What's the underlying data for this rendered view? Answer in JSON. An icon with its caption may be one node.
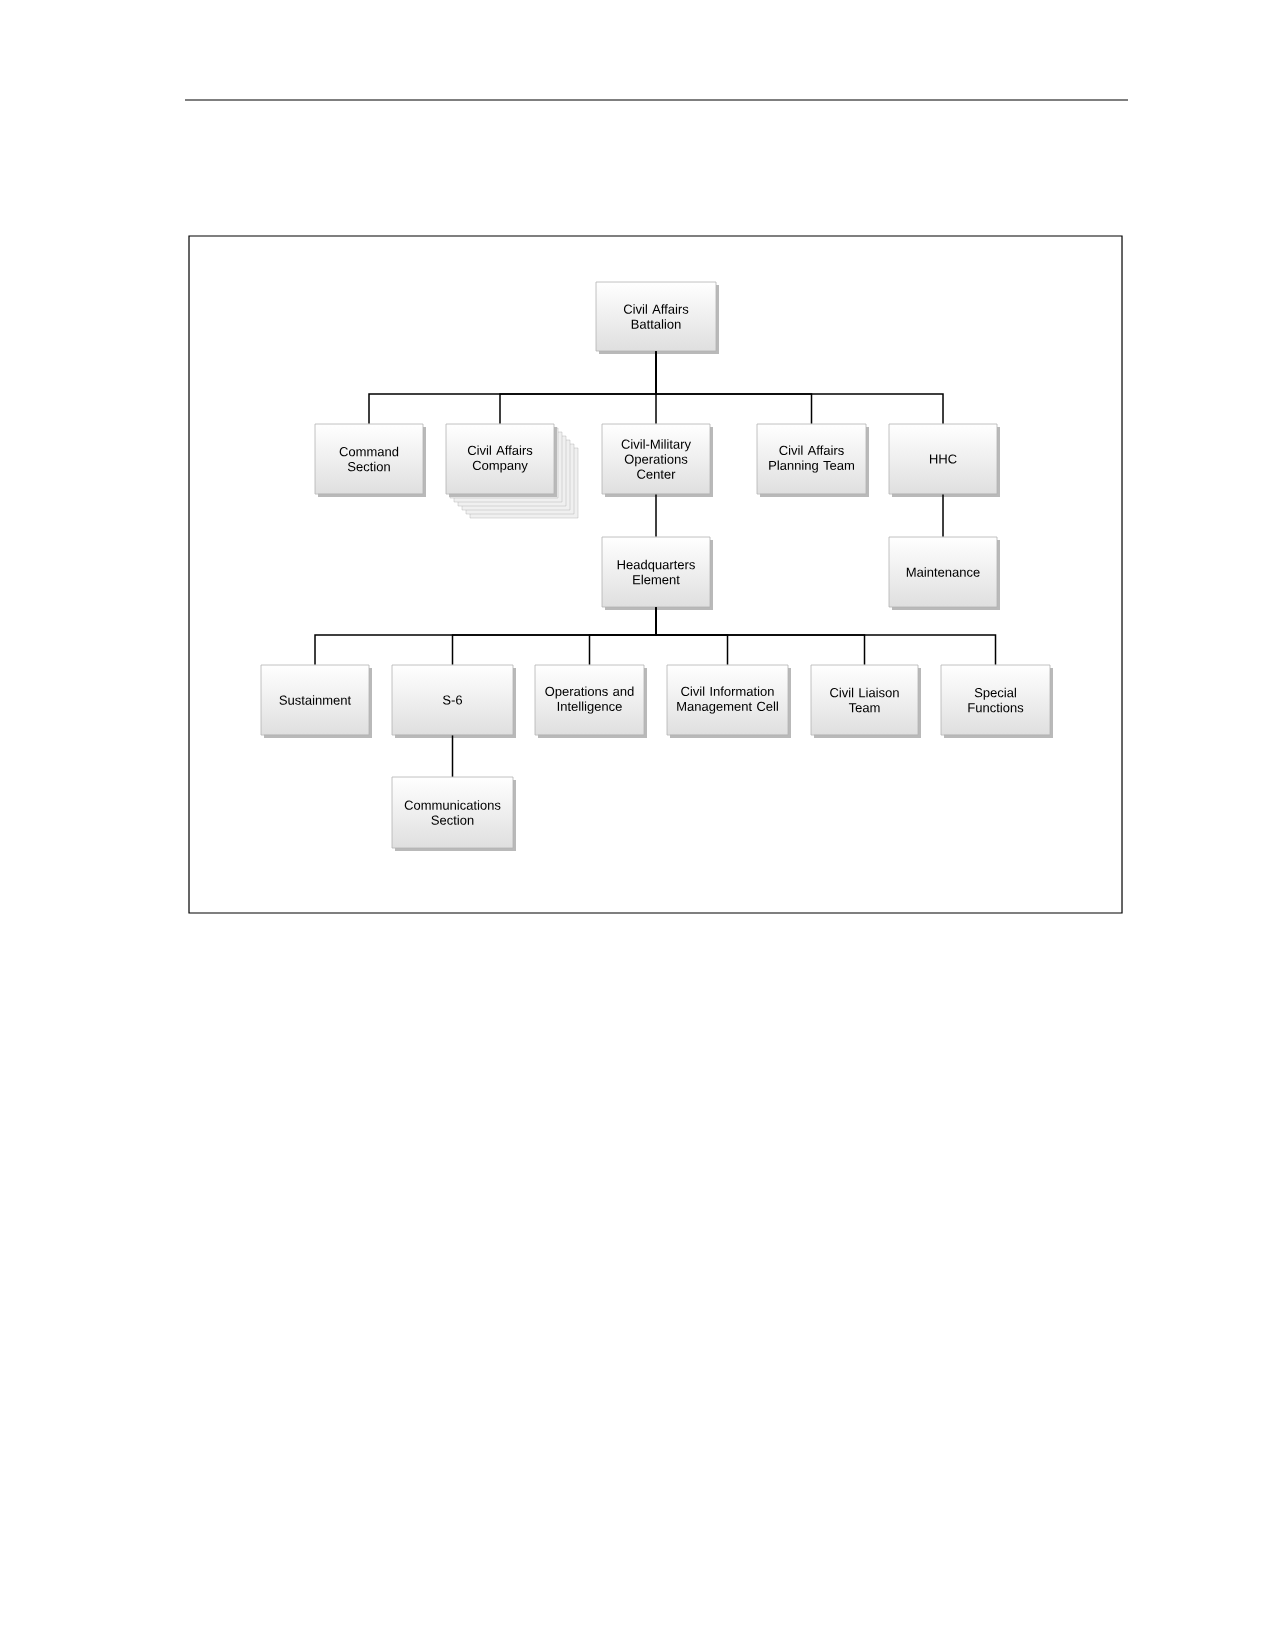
{
  "diagram": {
    "nodes": [
      {
        "text": [
          "Civil Affairs Battalion"
        ]
      },
      {
        "text": [
          "Command Section"
        ]
      },
      {
        "text": [
          "Civil Affairs Company"
        ]
      },
      {
        "text": [
          "Civil-Military Operations Center"
        ]
      },
      {
        "text": [
          "Civil Affairs Planning Team"
        ]
      },
      {
        "text": [
          "HHC"
        ]
      },
      {
        "text": [
          "Headquarters Element"
        ]
      },
      {
        "text": [
          "Maintenance"
        ]
      },
      {
        "text": [
          "Sustainment"
        ]
      },
      {
        "text": [
          "S-6"
        ]
      },
      {
        "text": [
          "Operations and Intelligence"
        ]
      },
      {
        "text": [
          "Civil Information Management Cell"
        ]
      },
      {
        "text": [
          "Civil Liaison Team"
        ]
      },
      {
        "text": [
          "Special Functions"
        ]
      },
      {
        "text": [
          "Communications Section"
        ]
      }
    ],
    "edges": [
      {
        "from": 0,
        "to": 1,
        "arrow": "none"
      },
      {
        "from": 0,
        "to": 2,
        "arrow": "none"
      },
      {
        "from": 0,
        "to": 3,
        "arrow": "none"
      },
      {
        "from": 0,
        "to": 4,
        "arrow": "none"
      },
      {
        "from": 0,
        "to": 5,
        "arrow": "none"
      },
      {
        "from": 3,
        "to": 6,
        "arrow": "none"
      },
      {
        "from": 5,
        "to": 7,
        "arrow": "none"
      },
      {
        "from": 6,
        "to": 8,
        "arrow": "none"
      },
      {
        "from": 6,
        "to": 9,
        "arrow": "none"
      },
      {
        "from": 6,
        "to": 10,
        "arrow": "none"
      },
      {
        "from": 6,
        "to": 11,
        "arrow": "none"
      },
      {
        "from": 6,
        "to": 12,
        "arrow": "none"
      },
      {
        "from": 6,
        "to": 13,
        "arrow": "none"
      },
      {
        "from": 9,
        "to": 14,
        "arrow": "none"
      }
    ]
  }
}
